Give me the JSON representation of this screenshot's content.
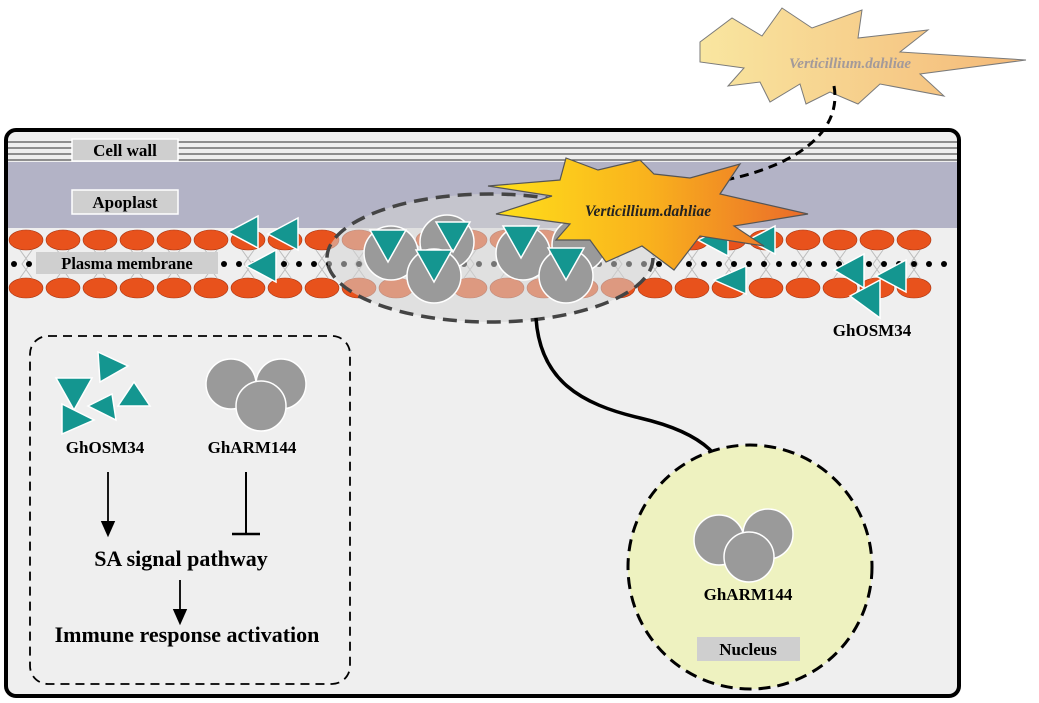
{
  "labels": {
    "cell_wall": "Cell wall",
    "apoplast": "Apoplast",
    "plasma_membrane": "Plasma membrane",
    "pathogen_outside": "Verticillium.dahliae",
    "pathogen_inside": "Verticillium.dahliae",
    "ghosm34_membrane": "GhOSM34",
    "nucleus": "Nucleus",
    "gharm144_nucleus": "GhARM144"
  },
  "legend": {
    "ghosm34": "GhOSM34",
    "gharm144": "GhARM144",
    "sa_pathway": "SA signal pathway",
    "immune_response": "Immune response activation"
  },
  "colors": {
    "teal_triangle": "#149690",
    "gray_circle": "#9a9a9a",
    "lipid_head": "#e8521c",
    "apoplast": "#b3b3c6",
    "cell_interior": "#efefef",
    "nucleus_fill": "#eef2c0",
    "burst_light": "#f9dc86",
    "burst_dark": "#ef7d28"
  }
}
